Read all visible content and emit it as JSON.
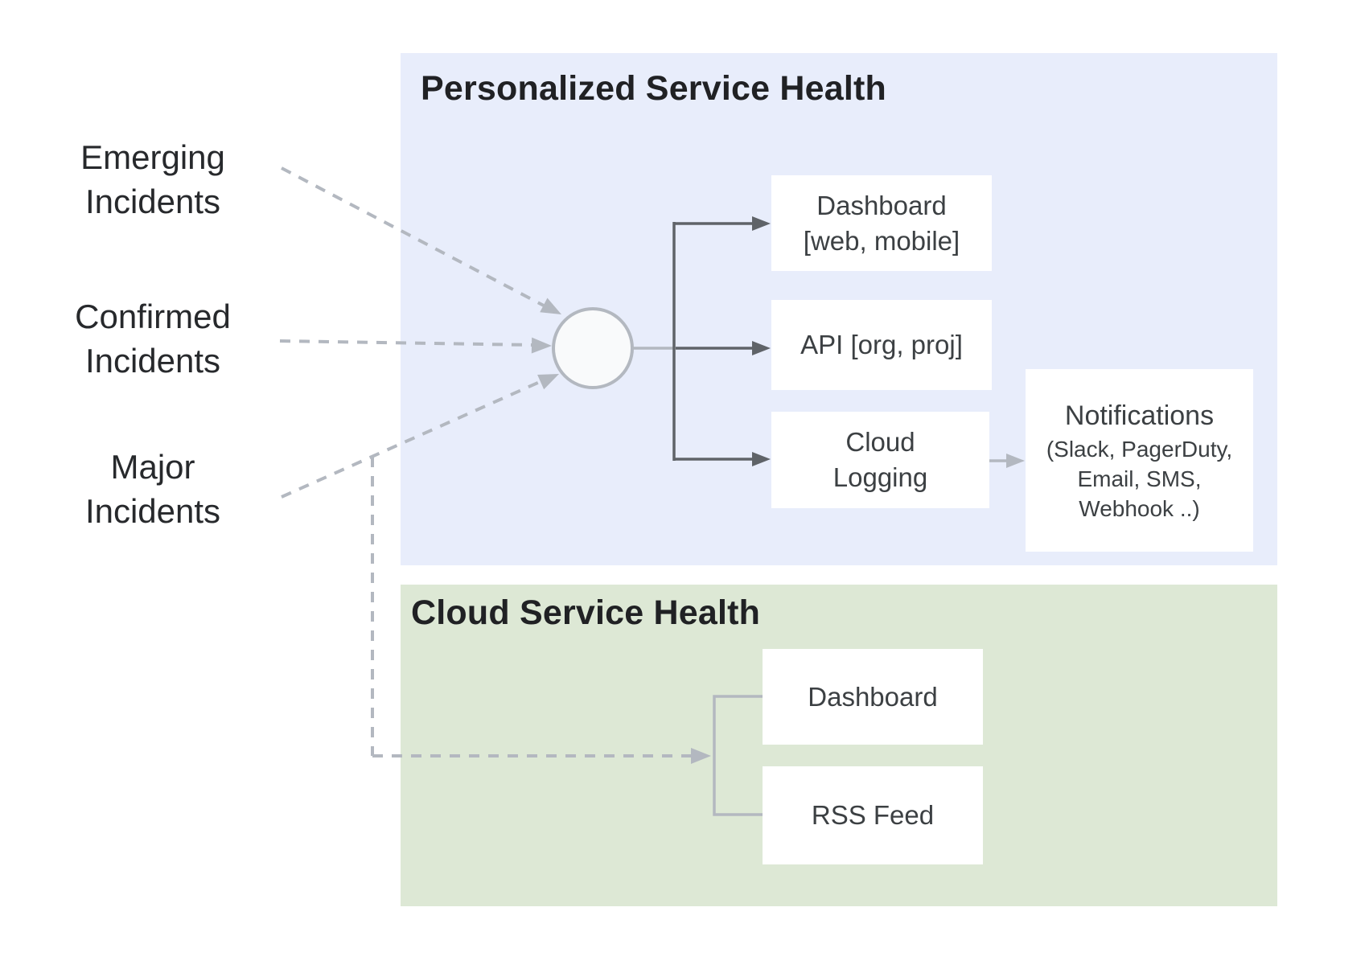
{
  "colors": {
    "personalized_panel_bg": "#e8edfb",
    "cloud_panel_bg": "#dde8d5",
    "box_bg": "#ffffff",
    "dark_arrow": "#5f6368",
    "light_arrow": "#b3b8c0",
    "hub_fill": "#f9fafb",
    "heading_text": "#202124",
    "label_text": "#27292c",
    "box_text": "#3c4043"
  },
  "incident_sources": [
    {
      "line1": "Emerging",
      "line2": "Incidents"
    },
    {
      "line1": "Confirmed",
      "line2": "Incidents"
    },
    {
      "line1": "Major",
      "line2": "Incidents"
    }
  ],
  "personalized_section": {
    "title": "Personalized Service Health",
    "boxes": [
      {
        "line1": "Dashboard",
        "line2": "[web, mobile]"
      },
      {
        "line1": "API [org, proj]"
      },
      {
        "line1": "Cloud",
        "line2": "Logging"
      }
    ],
    "notifications": {
      "title": "Notifications",
      "line1": "(Slack, PagerDuty,",
      "line2": "Email, SMS,",
      "line3": "Webhook ..)"
    }
  },
  "cloud_section": {
    "title": "Cloud Service Health",
    "boxes": [
      {
        "label": "Dashboard"
      },
      {
        "label": "RSS Feed"
      }
    ]
  }
}
